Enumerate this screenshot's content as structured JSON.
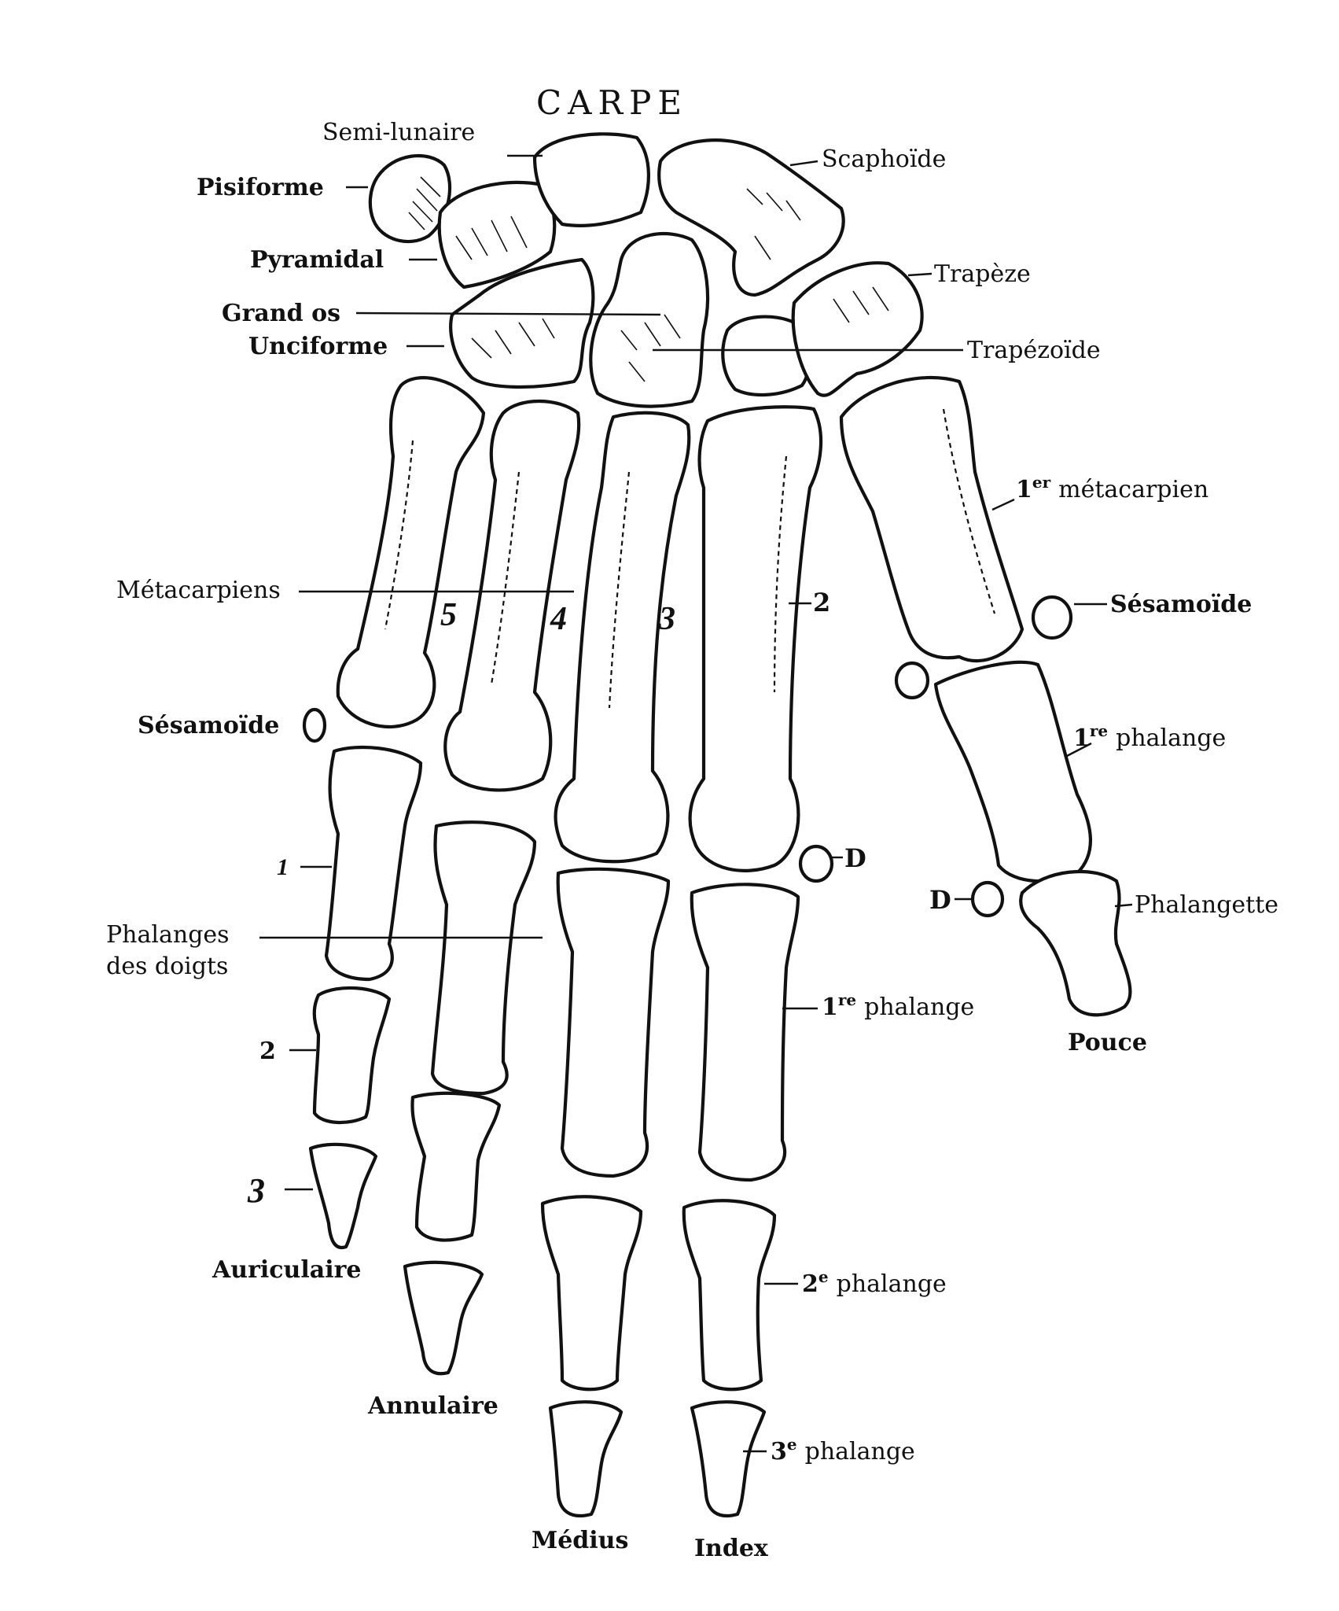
{
  "title": "CARPE",
  "labels": {
    "semi_lunaire": "Semi-lunaire",
    "scaphoide": "Scaphoïde",
    "pisiforme": "Pisiforme",
    "pyramidal": "Pyramidal",
    "trapeze": "Trapèze",
    "grand_os": "Grand os",
    "unciforme": "Unciforme",
    "trapezoide": "Trapézoïde",
    "premier_metacarpien_num": "1",
    "premier_metacarpien_sup": "er",
    "premier_metacarpien_text": "métacarpien",
    "metacarpiens": "Métacarpiens",
    "sesamoide_right": "Sésamoïde",
    "sesamoide_left": "Sésamoïde",
    "pouce_premiere_phalange_num": "1",
    "pouce_premiere_phalange_sup": "re",
    "pouce_premiere_phalange_text": "phalange",
    "phalangette": "Phalangette",
    "pouce": "Pouce",
    "d_index": "D",
    "d_pouce": "D",
    "phalanges_line1": "Phalanges",
    "phalanges_line2": "des doigts",
    "premiere_phalange_num": "1",
    "premiere_phalange_sup": "re",
    "premiere_phalange_text": "phalange",
    "deuxieme_phalange_num": "2",
    "deuxieme_phalange_sup": "e",
    "deuxieme_phalange_text": "phalange",
    "troisieme_phalange_num": "3",
    "troisieme_phalange_sup": "e",
    "troisieme_phalange_text": "phalange",
    "auriculaire": "Auriculaire",
    "annulaire": "Annulaire",
    "medius": "Médius",
    "index": "Index"
  },
  "numerals": {
    "meta_5": "5",
    "meta_4": "4",
    "meta_3": "3",
    "meta_2": "2",
    "phal_1": "1",
    "phal_2": "2",
    "phal_3": "3"
  }
}
